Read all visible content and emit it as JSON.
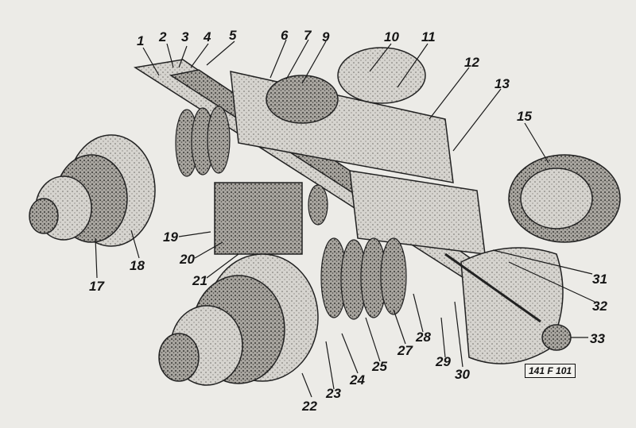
{
  "figure": {
    "code": "141 F 101",
    "callouts": [
      "1",
      "2",
      "3",
      "4",
      "5",
      "6",
      "7",
      "9",
      "10",
      "11",
      "12",
      "13",
      "15",
      "17",
      "18",
      "19",
      "20",
      "21",
      "22",
      "23",
      "24",
      "25",
      "27",
      "28",
      "29",
      "30",
      "31",
      "32",
      "33"
    ]
  }
}
